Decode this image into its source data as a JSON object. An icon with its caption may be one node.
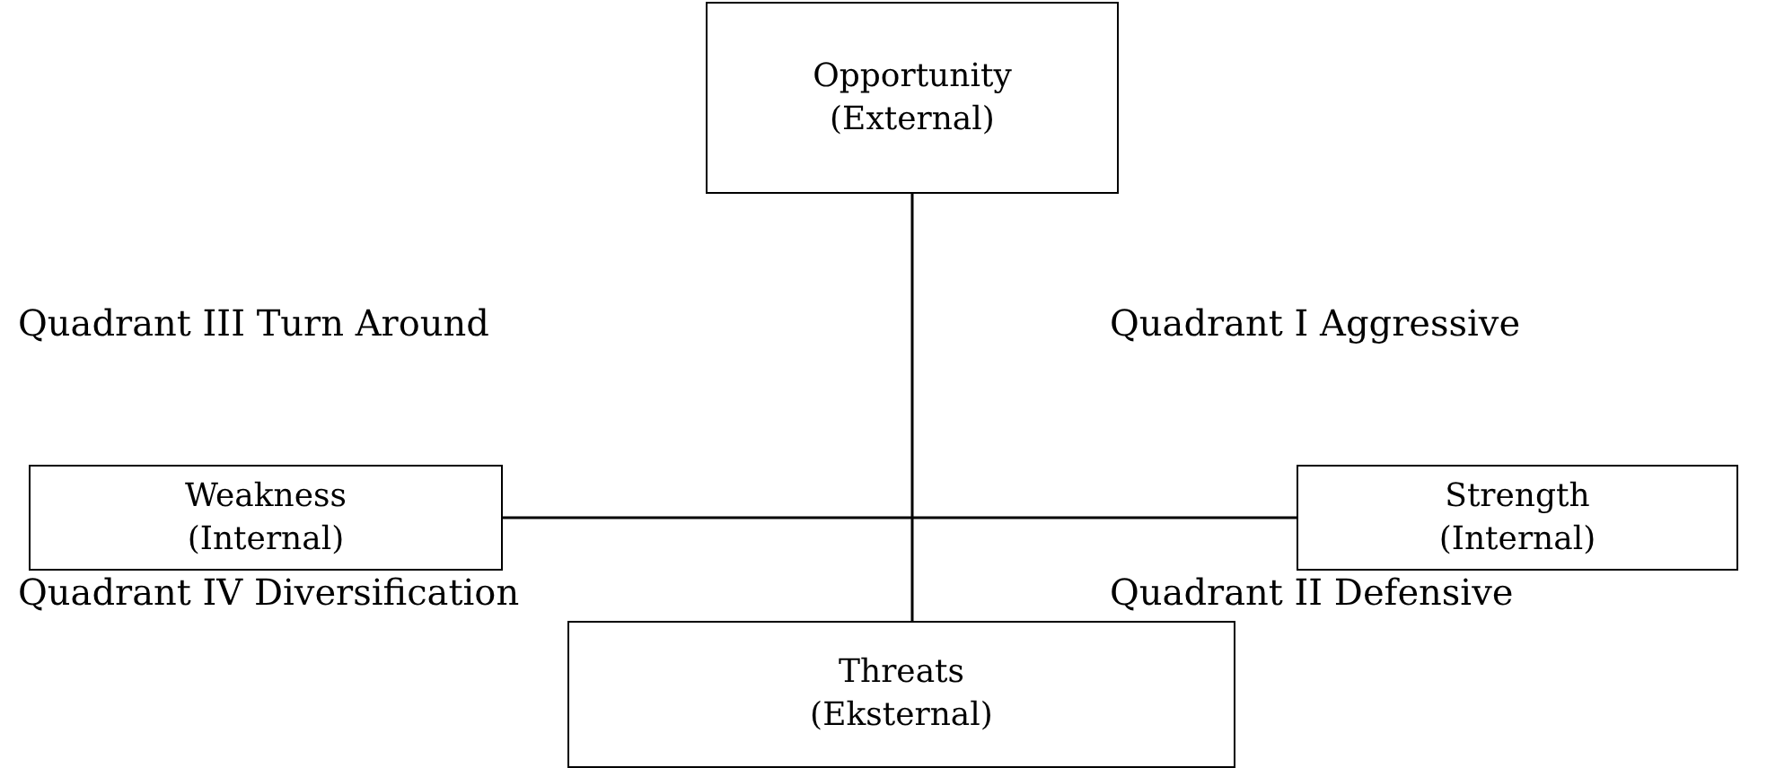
{
  "diagram": {
    "nodes": [
      {
        "text": [
          "Opportunity",
          "(External)"
        ]
      },
      {
        "text": [
          "Weakness",
          "(Internal)"
        ]
      },
      {
        "text": [
          "Strength",
          "(Internal)"
        ]
      },
      {
        "text": [
          "Threats",
          "(Eksternal)"
        ]
      }
    ],
    "edges": [
      {
        "from": 0,
        "to": 3,
        "arrow": "none"
      },
      {
        "from": 1,
        "to": 2,
        "arrow": "none"
      }
    ],
    "labels": [
      "Quadrant III Turn Around",
      "Quadrant I Aggressive",
      "Quadrant IV Diversification",
      "Quadrant II Defensive"
    ]
  }
}
